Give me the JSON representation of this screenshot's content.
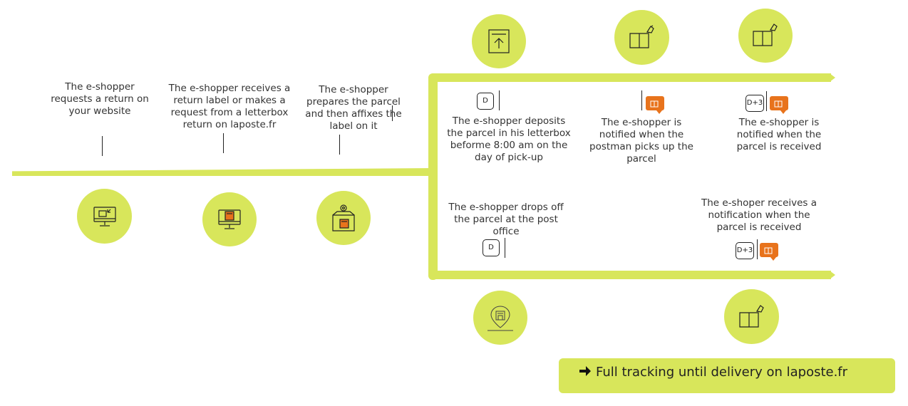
{
  "colors": {
    "accent": "#d8e65b",
    "notification": "#e8731c",
    "text": "#333333"
  },
  "left_steps": [
    {
      "text": "The e-shopper requests a return on your website",
      "icon": "computer-return-icon"
    },
    {
      "text": "The e-shopper receives a return label or makes a request from a letterbox return on laposte.fr",
      "icon": "computer-label-icon"
    },
    {
      "text": "The e-shopper prepares the parcel and then affixes the label on it",
      "icon": "parcel-label-icon"
    }
  ],
  "letterbox_branch": {
    "deposit": {
      "badge": "D",
      "text": "The e-shopper deposits the parcel in his letterbox beforme 8:00 am on the day of pick-up",
      "icon": "letterbox-icon"
    },
    "pickup_notice": {
      "text": "The e-shopper is notified when the postman picks up the parcel",
      "icon": "parcel-notified-icon"
    },
    "received_notice": {
      "badge": "D+3",
      "text": "The e-shopper is notified when the parcel is received",
      "icon": "parcel-received-icon"
    }
  },
  "post_office_branch": {
    "dropoff": {
      "badge": "D",
      "text": "The e-shopper drops off the parcel at the post office",
      "icon": "post-office-location-icon"
    },
    "received_notice": {
      "badge": "D+3",
      "text": "The e-shoper receives a notification when the parcel is received",
      "icon": "parcel-received-icon"
    }
  },
  "cta": {
    "label": "Full tracking until delivery on laposte.fr",
    "icon": "arrow-right-icon"
  }
}
